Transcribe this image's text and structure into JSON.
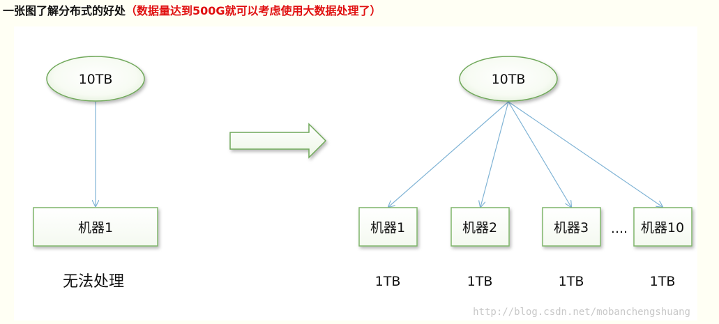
{
  "header": {
    "title_black": "一张图了解分布式的好处",
    "title_red": "（数据量达到500G就可以考虑使用大数据处理了）"
  },
  "left": {
    "source_label": "10TB",
    "machine_label": "机器1",
    "caption": "无法处理"
  },
  "right": {
    "source_label": "10TB",
    "machines": [
      {
        "label": "机器1",
        "size": "1TB"
      },
      {
        "label": "机器2",
        "size": "1TB"
      },
      {
        "label": "机器3",
        "size": "1TB"
      },
      {
        "label": "机器10",
        "size": "1TB"
      }
    ],
    "ellipsis": "...."
  },
  "watermark": "http://blog.csdn.net/mobanchengshuang",
  "colors": {
    "ellipse_border": "#6fa85a",
    "box_border": "#7fb56a",
    "arrow_line": "#7fb3d5",
    "title_red": "#e01010"
  }
}
